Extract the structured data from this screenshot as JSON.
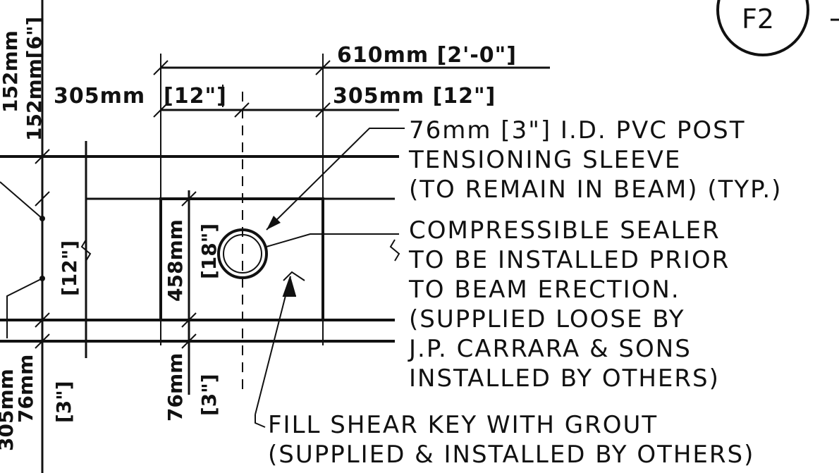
{
  "detail_tag": "F2",
  "dimensions": {
    "overall_width": "610mm [2'-0\"]",
    "left_half": "305mm",
    "left_half_imperial": "[12\"]",
    "right_half": "305mm [12\"]",
    "key_height": "458mm",
    "key_height_imperial": "[18\"]",
    "bottom_depth": "76mm",
    "bottom_depth_imperial": "[3\"]",
    "left_top_metric": "152mm",
    "left_top_imperial": "[6\"]",
    "left_top_cut": "152mm[6\"]",
    "left_mid_imperial": "[12\"]",
    "left_bottom_metric_cut": "305mm",
    "left_bottom_metric": "76mm",
    "left_bottom_imperial": "[3\"]"
  },
  "notes": {
    "sleeve": [
      "76mm [3\"] I.D. PVC POST",
      "TENSIONING SLEEVE",
      "(TO REMAIN IN BEAM) (TYP.)"
    ],
    "sealer": [
      "COMPRESSIBLE SEALER",
      "TO BE INSTALLED PRIOR",
      "TO BEAM ERECTION.",
      "(SUPPLIED LOOSE BY",
      "J.P. CARRARA & SONS",
      "INSTALLED BY OTHERS)"
    ],
    "grout": [
      "FILL SHEAR KEY WITH GROUT",
      "(SUPPLIED & INSTALLED BY OTHERS)"
    ]
  }
}
